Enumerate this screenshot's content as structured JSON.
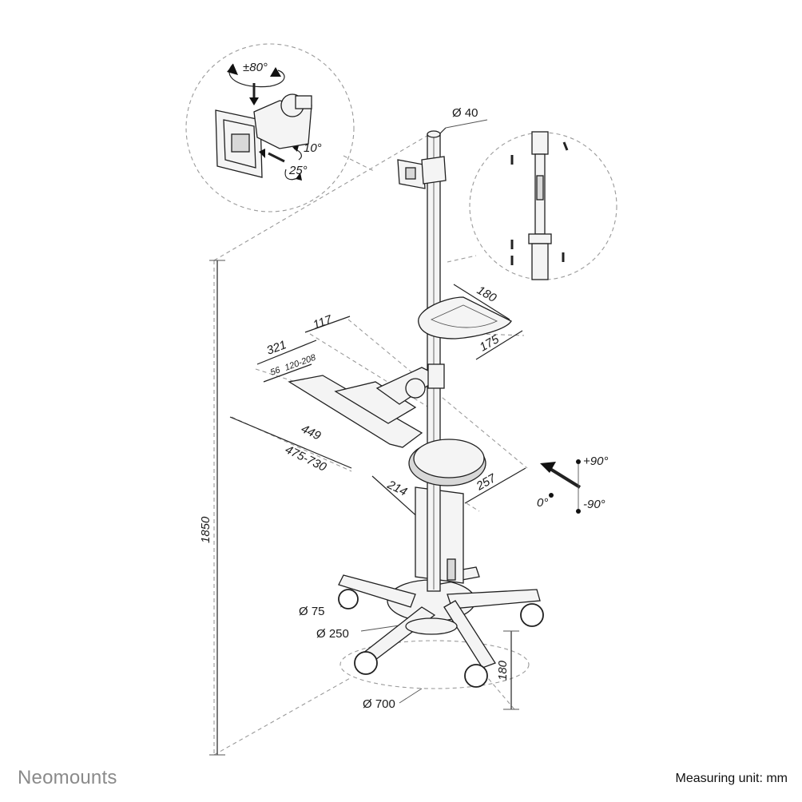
{
  "brand": "Neomounts",
  "measuring_unit": "Measuring unit: mm",
  "dimensions": {
    "pole_diameter": "Ø 40",
    "height": "1850",
    "tray_width": "180",
    "tray_depth": "175",
    "kb_117": "117",
    "kb_321": "321",
    "kb_56": "56",
    "kb_120_208": "120-208",
    "kb_449": "449",
    "kb_475_730": "475-730",
    "mouse_214": "214",
    "mouse_257": "257",
    "caster": "Ø 75",
    "base_hub": "Ø 250",
    "base": "Ø 700",
    "base_height": "180"
  },
  "rotation": {
    "swivel": "±80°",
    "tilt_up": "10°",
    "tilt_down": "25°",
    "plus90": "+90°",
    "zero": "0°",
    "minus90": "-90°"
  }
}
